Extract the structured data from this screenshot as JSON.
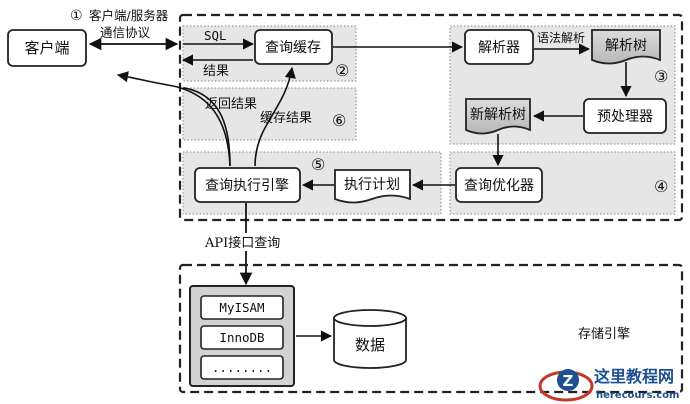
{
  "client": {
    "label": "客户端"
  },
  "protocol": {
    "circle": "①",
    "line1": "客户端/服务器",
    "line2": "通信协议"
  },
  "arrows": {
    "sql": "SQL",
    "result": "结果",
    "syntax_parse": "语法解析",
    "return_result": "返回结果",
    "cache_result": "缓存结果",
    "api_query": "API接口查询"
  },
  "nodes": {
    "query_cache": "查询缓存",
    "parser": "解析器",
    "parse_tree": "解析树",
    "preprocessor": "预处理器",
    "new_parse_tree": "新解析树",
    "query_optimizer": "查询优化器",
    "execution_plan": "执行计划",
    "query_engine": "查询执行引擎"
  },
  "stages": {
    "s2": "②",
    "s3": "③",
    "s4": "④",
    "s5": "⑤",
    "s6": "⑥"
  },
  "storage": {
    "engines": [
      "MyISAM",
      "InnoDB",
      "........"
    ],
    "data_label": "数据",
    "title": "存储引擎"
  },
  "watermark": {
    "text": "这里教程网",
    "url": "herecours.com"
  }
}
